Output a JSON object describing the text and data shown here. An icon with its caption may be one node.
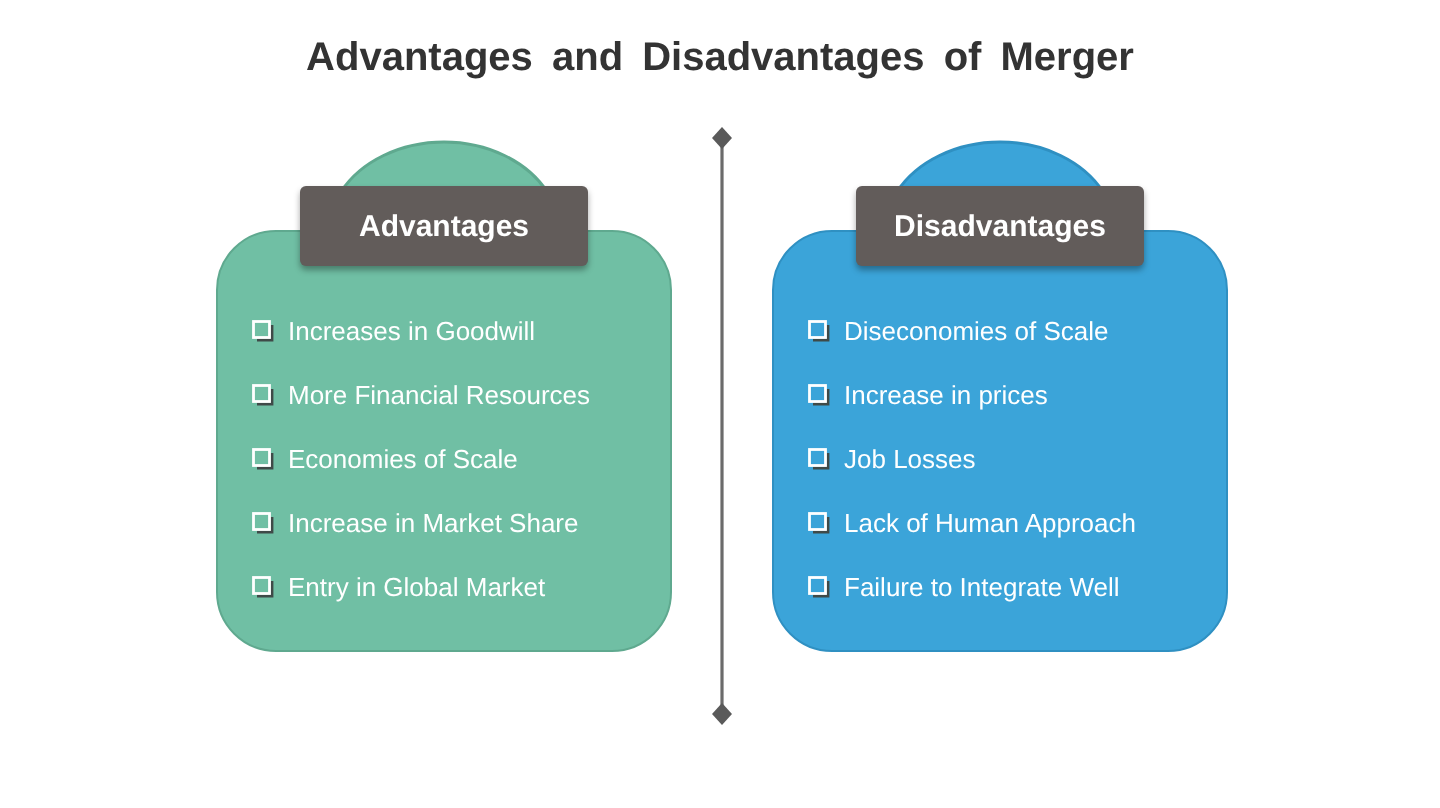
{
  "diagram": {
    "title": "Advantages and Disadvantages of Merger",
    "nodes": [
      {
        "text": [
          "Advantages"
        ]
      },
      {
        "text": [
          "Increases in Goodwill",
          "More Financial Resources",
          "Economies of Scale",
          "Increase in Market Share",
          "Entry in Global Market"
        ]
      },
      {
        "text": [
          "Disadvantages"
        ]
      },
      {
        "text": [
          "Diseconomies of Scale",
          "Increase in prices",
          "Job Losses",
          "Lack of Human Approach",
          "Failure to Integrate Well"
        ]
      }
    ]
  }
}
